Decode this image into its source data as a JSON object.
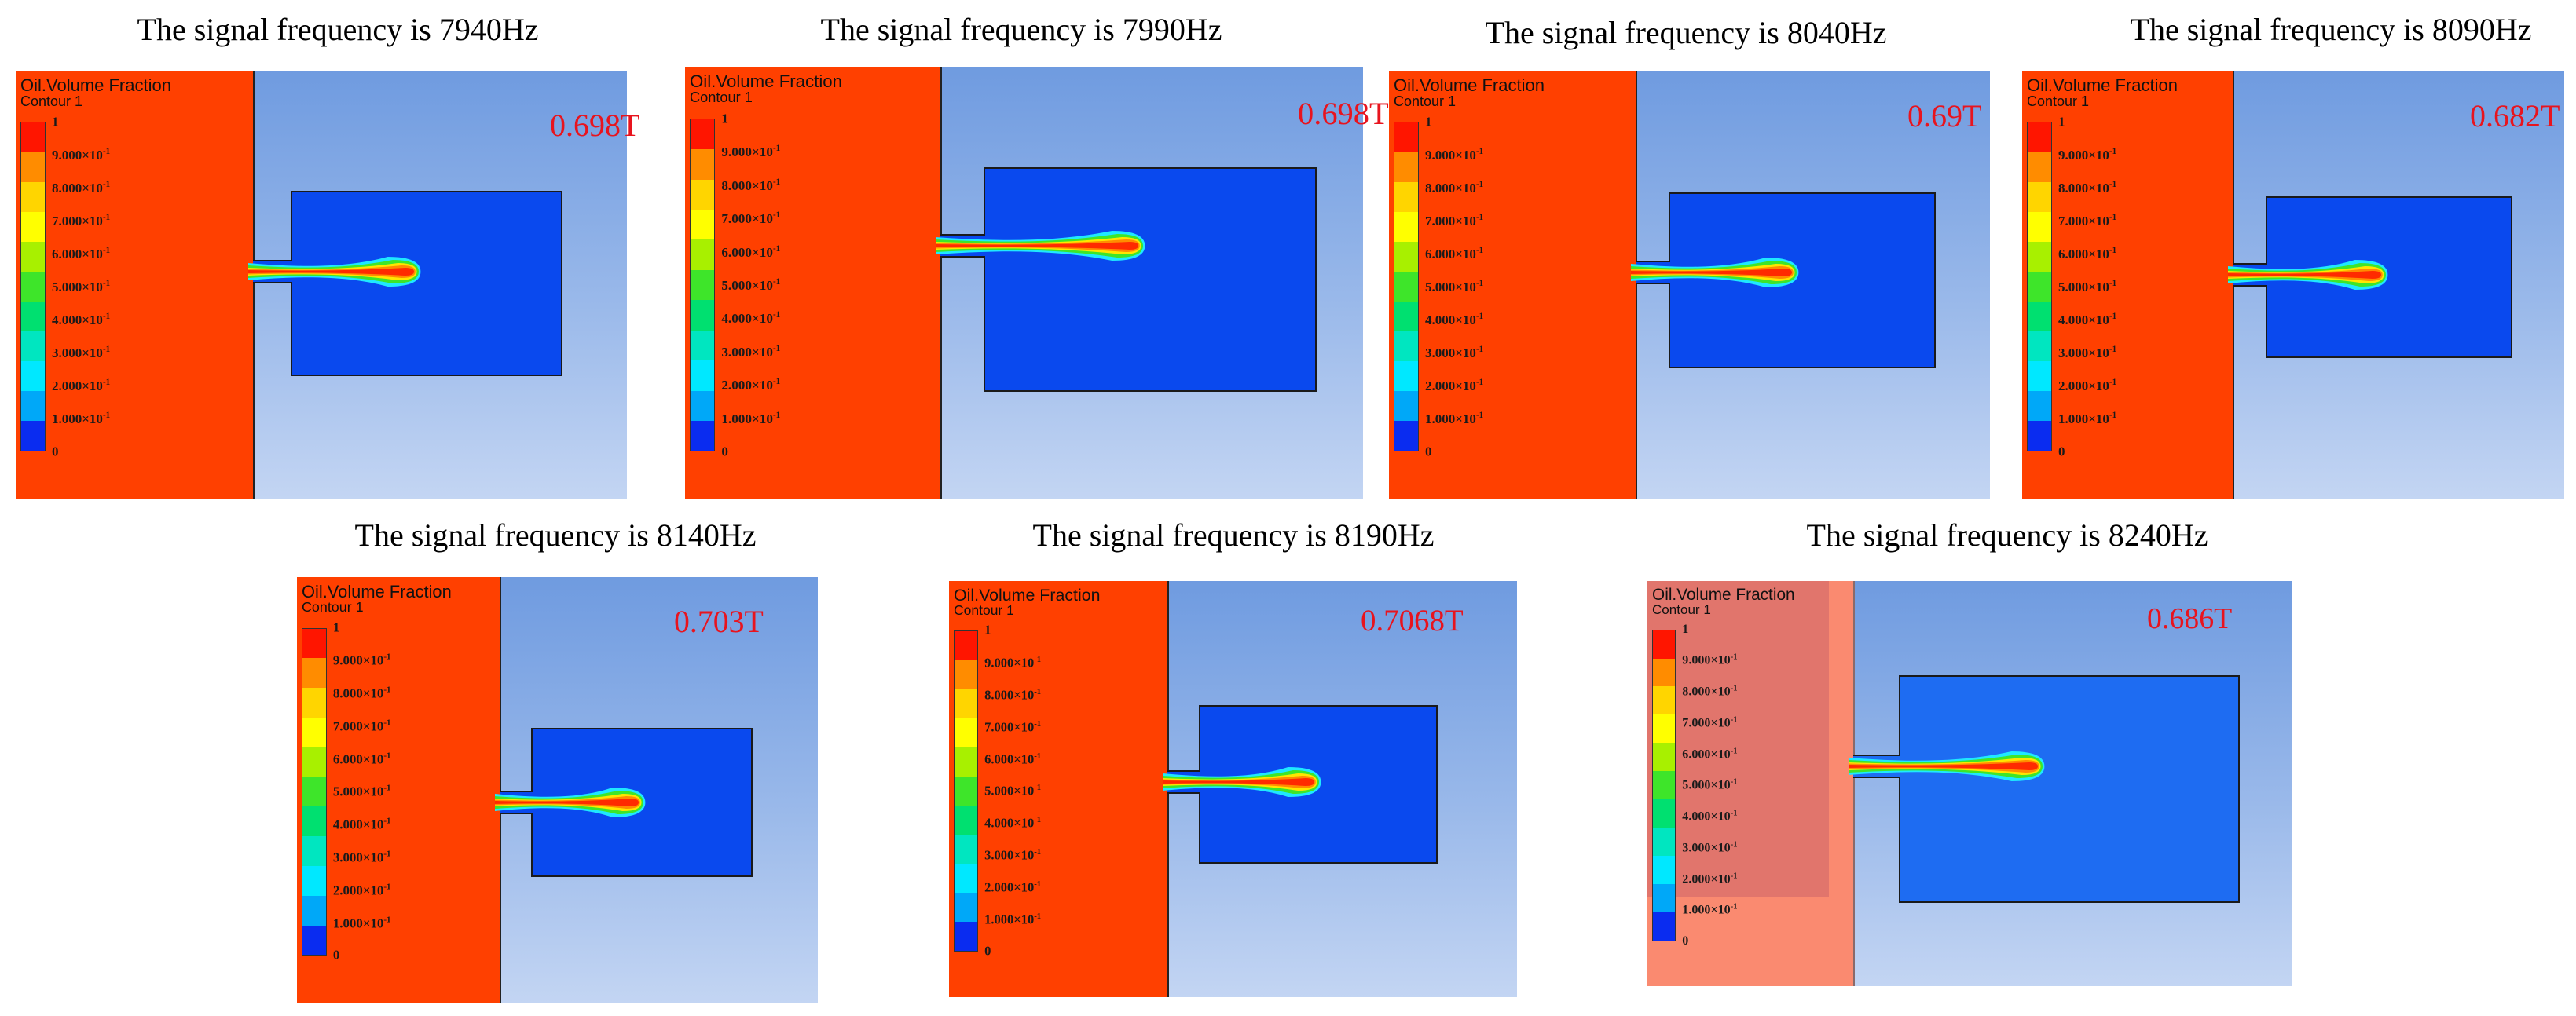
{
  "legend": {
    "title": "Oil.Volume Fraction",
    "subtitle": "Contour 1",
    "labels": [
      {
        "mant": "1",
        "exp": ""
      },
      {
        "mant": "9.000×10",
        "exp": "-1"
      },
      {
        "mant": "8.000×10",
        "exp": "-1"
      },
      {
        "mant": "7.000×10",
        "exp": "-1"
      },
      {
        "mant": "6.000×10",
        "exp": "-1"
      },
      {
        "mant": "5.000×10",
        "exp": "-1"
      },
      {
        "mant": "4.000×10",
        "exp": "-1"
      },
      {
        "mant": "3.000×10",
        "exp": "-1"
      },
      {
        "mant": "2.000×10",
        "exp": "-1"
      },
      {
        "mant": "1.000×10",
        "exp": "-1"
      },
      {
        "mant": "0",
        "exp": ""
      }
    ],
    "colors": [
      "#ff1500",
      "#ff8c00",
      "#ffd500",
      "#ffff00",
      "#a8f000",
      "#3ee52a",
      "#00e070",
      "#00e6c0",
      "#00e8ff",
      "#00a8f8",
      "#0a2cf0"
    ]
  },
  "panels": [
    {
      "caption": "The signal frequency is 7940Hz",
      "t_value": "0.698T"
    },
    {
      "caption": "The signal frequency is 7990Hz",
      "t_value": "0.698T"
    },
    {
      "caption": "The signal frequency is 8040Hz",
      "t_value": "0.69T"
    },
    {
      "caption": "The signal frequency is 8090Hz",
      "t_value": "0.682T"
    },
    {
      "caption": "The signal frequency is 8140Hz",
      "t_value": "0.703T"
    },
    {
      "caption": "The signal frequency is 8190Hz",
      "t_value": "0.7068T"
    },
    {
      "caption": "The signal frequency is 8240Hz",
      "t_value": "0.686T"
    }
  ]
}
